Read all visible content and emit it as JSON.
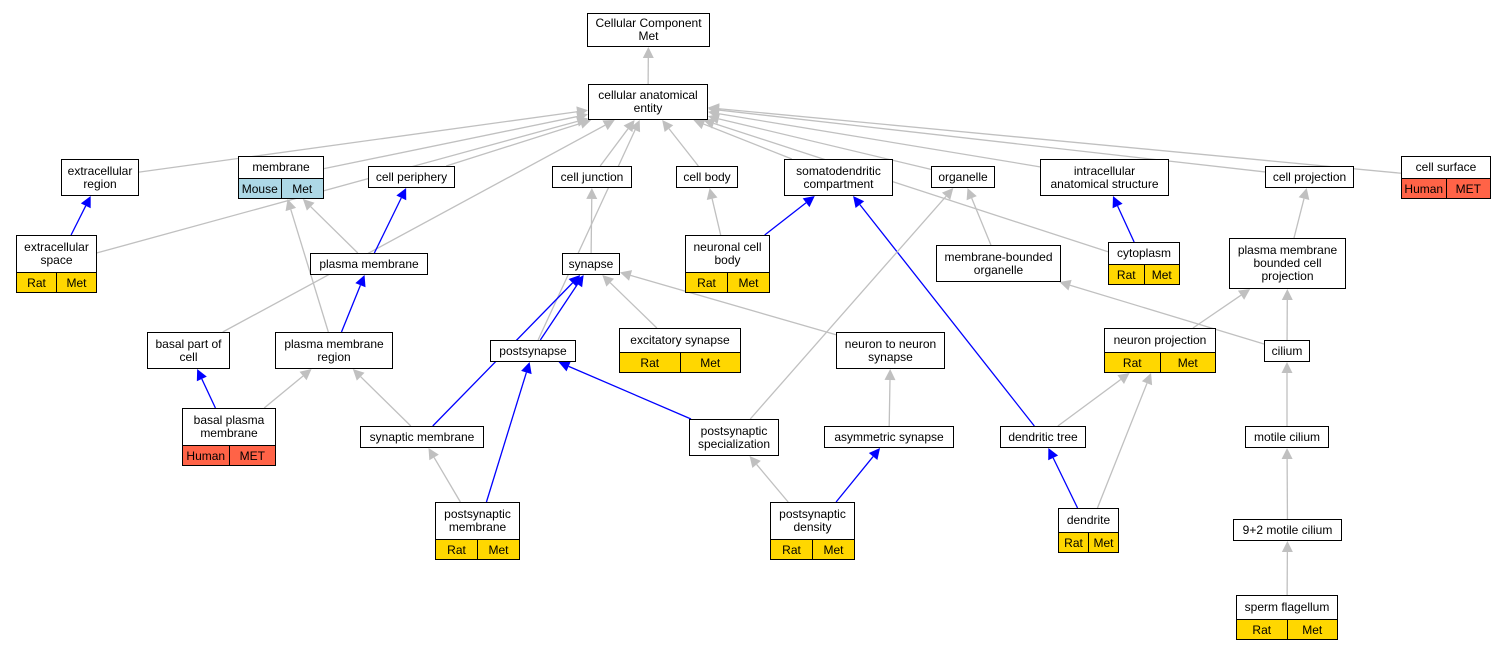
{
  "diagram": {
    "colors": {
      "rat": "#ffd700",
      "mouse": "#add8e6",
      "human": "#ff6347",
      "edge_gray": "#c0c0c0",
      "edge_blue": "#0000ff"
    },
    "nodes": [
      {
        "id": "ccm",
        "label": "Cellular Component\nMet",
        "tags": []
      },
      {
        "id": "cae",
        "label": "cellular anatomical\nentity",
        "tags": []
      },
      {
        "id": "er",
        "label": "extracellular\nregion",
        "tags": []
      },
      {
        "id": "mem",
        "label": "membrane",
        "tags": [
          {
            "text": "Mouse",
            "color": "#add8e6"
          },
          {
            "text": "Met",
            "color": "#add8e6"
          }
        ]
      },
      {
        "id": "cp",
        "label": "cell periphery",
        "tags": []
      },
      {
        "id": "cj",
        "label": "cell junction",
        "tags": []
      },
      {
        "id": "cb",
        "label": "cell body",
        "tags": []
      },
      {
        "id": "sdc",
        "label": "somatodendritic\ncompartment",
        "tags": []
      },
      {
        "id": "org",
        "label": "organelle",
        "tags": []
      },
      {
        "id": "ias",
        "label": "intracellular\nanatomical structure",
        "tags": []
      },
      {
        "id": "cproj",
        "label": "cell projection",
        "tags": []
      },
      {
        "id": "cs",
        "label": "cell surface",
        "tags": [
          {
            "text": "Human",
            "color": "#ff6347"
          },
          {
            "text": "MET",
            "color": "#ff6347"
          }
        ]
      },
      {
        "id": "es",
        "label": "extracellular\nspace",
        "tags": [
          {
            "text": "Rat",
            "color": "#ffd700"
          },
          {
            "text": "Met",
            "color": "#ffd700"
          }
        ]
      },
      {
        "id": "pm",
        "label": "plasma membrane",
        "tags": []
      },
      {
        "id": "syn",
        "label": "synapse",
        "tags": []
      },
      {
        "id": "ncb",
        "label": "neuronal cell\nbody",
        "tags": [
          {
            "text": "Rat",
            "color": "#ffd700"
          },
          {
            "text": "Met",
            "color": "#ffd700"
          }
        ]
      },
      {
        "id": "mbo",
        "label": "membrane-bounded\norganelle",
        "tags": []
      },
      {
        "id": "cyto",
        "label": "cytoplasm",
        "tags": [
          {
            "text": "Rat",
            "color": "#ffd700"
          },
          {
            "text": "Met",
            "color": "#ffd700"
          }
        ]
      },
      {
        "id": "pmbcp",
        "label": "plasma membrane\nbounded cell\nprojection",
        "tags": []
      },
      {
        "id": "bpc",
        "label": "basal part of\ncell",
        "tags": []
      },
      {
        "id": "pmr",
        "label": "plasma membrane\nregion",
        "tags": []
      },
      {
        "id": "psyn",
        "label": "postsynapse",
        "tags": []
      },
      {
        "id": "exs",
        "label": "excitatory synapse",
        "tags": [
          {
            "text": "Rat",
            "color": "#ffd700"
          },
          {
            "text": "Met",
            "color": "#ffd700"
          }
        ]
      },
      {
        "id": "nns",
        "label": "neuron to neuron\nsynapse",
        "tags": []
      },
      {
        "id": "np",
        "label": "neuron projection",
        "tags": [
          {
            "text": "Rat",
            "color": "#ffd700"
          },
          {
            "text": "Met",
            "color": "#ffd700"
          }
        ]
      },
      {
        "id": "cil",
        "label": "cilium",
        "tags": []
      },
      {
        "id": "bpm",
        "label": "basal plasma\nmembrane",
        "tags": [
          {
            "text": "Human",
            "color": "#ff6347"
          },
          {
            "text": "MET",
            "color": "#ff6347"
          }
        ]
      },
      {
        "id": "sm",
        "label": "synaptic membrane",
        "tags": []
      },
      {
        "id": "pss",
        "label": "postsynaptic\nspecialization",
        "tags": []
      },
      {
        "id": "as",
        "label": "asymmetric synapse",
        "tags": []
      },
      {
        "id": "dt",
        "label": "dendritic tree",
        "tags": []
      },
      {
        "id": "mc",
        "label": "motile cilium",
        "tags": []
      },
      {
        "id": "psm",
        "label": "postsynaptic\nmembrane",
        "tags": [
          {
            "text": "Rat",
            "color": "#ffd700"
          },
          {
            "text": "Met",
            "color": "#ffd700"
          }
        ]
      },
      {
        "id": "psd",
        "label": "postsynaptic\ndensity",
        "tags": [
          {
            "text": "Rat",
            "color": "#ffd700"
          },
          {
            "text": "Met",
            "color": "#ffd700"
          }
        ]
      },
      {
        "id": "den",
        "label": "dendrite",
        "tags": [
          {
            "text": "Rat",
            "color": "#ffd700"
          },
          {
            "text": "Met",
            "color": "#ffd700"
          }
        ]
      },
      {
        "id": "m92",
        "label": "9+2 motile cilium",
        "tags": []
      },
      {
        "id": "sf",
        "label": "sperm flagellum",
        "tags": [
          {
            "text": "Rat",
            "color": "#ffd700"
          },
          {
            "text": "Met",
            "color": "#ffd700"
          }
        ]
      }
    ],
    "edges": [
      {
        "from": "cae",
        "to": "ccm",
        "color": "gray"
      },
      {
        "from": "er",
        "to": "cae",
        "color": "gray"
      },
      {
        "from": "es",
        "to": "cae",
        "color": "gray"
      },
      {
        "from": "mem",
        "to": "cae",
        "color": "gray"
      },
      {
        "from": "cp",
        "to": "cae",
        "color": "gray"
      },
      {
        "from": "cj",
        "to": "cae",
        "color": "gray"
      },
      {
        "from": "cb",
        "to": "cae",
        "color": "gray"
      },
      {
        "from": "sdc",
        "to": "cae",
        "color": "gray"
      },
      {
        "from": "org",
        "to": "cae",
        "color": "gray"
      },
      {
        "from": "ias",
        "to": "cae",
        "color": "gray"
      },
      {
        "from": "cyto",
        "to": "cae",
        "color": "gray"
      },
      {
        "from": "cproj",
        "to": "cae",
        "color": "gray"
      },
      {
        "from": "cs",
        "to": "cae",
        "color": "gray"
      },
      {
        "from": "bpc",
        "to": "cae",
        "color": "gray"
      },
      {
        "from": "psyn",
        "to": "cae",
        "color": "gray"
      },
      {
        "from": "es",
        "to": "er",
        "color": "blue"
      },
      {
        "from": "pm",
        "to": "mem",
        "color": "gray"
      },
      {
        "from": "pmr",
        "to": "mem",
        "color": "gray"
      },
      {
        "from": "pm",
        "to": "cp",
        "color": "blue"
      },
      {
        "from": "pmr",
        "to": "pm",
        "color": "blue"
      },
      {
        "from": "syn",
        "to": "cj",
        "color": "gray"
      },
      {
        "from": "ncb",
        "to": "cb",
        "color": "gray"
      },
      {
        "from": "ncb",
        "to": "sdc",
        "color": "blue"
      },
      {
        "from": "dt",
        "to": "sdc",
        "color": "blue"
      },
      {
        "from": "mbo",
        "to": "org",
        "color": "gray"
      },
      {
        "from": "pss",
        "to": "org",
        "color": "gray"
      },
      {
        "from": "cyto",
        "to": "ias",
        "color": "blue"
      },
      {
        "from": "pmbcp",
        "to": "cproj",
        "color": "gray"
      },
      {
        "from": "np",
        "to": "pmbcp",
        "color": "gray"
      },
      {
        "from": "cil",
        "to": "pmbcp",
        "color": "gray"
      },
      {
        "from": "cil",
        "to": "mbo",
        "color": "gray"
      },
      {
        "from": "psyn",
        "to": "syn",
        "color": "blue"
      },
      {
        "from": "sm",
        "to": "syn",
        "color": "blue"
      },
      {
        "from": "exs",
        "to": "syn",
        "color": "gray"
      },
      {
        "from": "nns",
        "to": "syn",
        "color": "gray"
      },
      {
        "from": "bpm",
        "to": "bpc",
        "color": "blue"
      },
      {
        "from": "bpm",
        "to": "pmr",
        "color": "gray"
      },
      {
        "from": "sm",
        "to": "pmr",
        "color": "gray"
      },
      {
        "from": "psm",
        "to": "psyn",
        "color": "blue"
      },
      {
        "from": "pss",
        "to": "psyn",
        "color": "blue"
      },
      {
        "from": "psm",
        "to": "sm",
        "color": "gray"
      },
      {
        "from": "psd",
        "to": "pss",
        "color": "gray"
      },
      {
        "from": "psd",
        "to": "as",
        "color": "blue"
      },
      {
        "from": "as",
        "to": "nns",
        "color": "gray"
      },
      {
        "from": "dt",
        "to": "np",
        "color": "gray"
      },
      {
        "from": "den",
        "to": "np",
        "color": "gray"
      },
      {
        "from": "den",
        "to": "dt",
        "color": "blue"
      },
      {
        "from": "mc",
        "to": "cil",
        "color": "gray"
      },
      {
        "from": "m92",
        "to": "mc",
        "color": "gray"
      },
      {
        "from": "sf",
        "to": "m92",
        "color": "gray"
      }
    ]
  }
}
